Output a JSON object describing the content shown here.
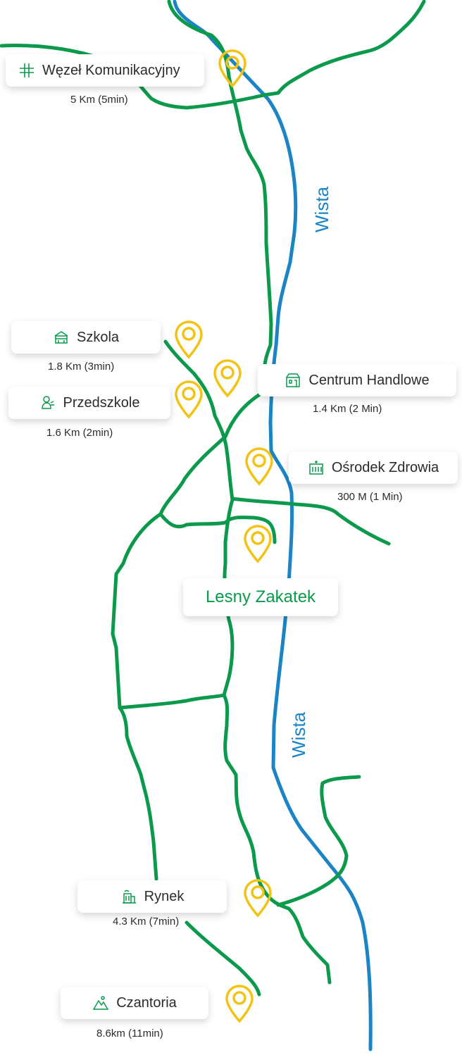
{
  "colors": {
    "road": "#0b9a4c",
    "river": "#1a84c4",
    "pin": "#f2c313",
    "icon": "#0b9a4c"
  },
  "main_location": {
    "label": "Lesny Zakatek"
  },
  "river_labels": [
    "Wista",
    "Wista"
  ],
  "places": [
    {
      "name": "Węzeł Komunikacyjny",
      "distance": "5 Km (5min)",
      "icon": "highway-interchange-icon"
    },
    {
      "name": "Szkola",
      "distance": "1.8 Km (3min)",
      "icon": "school-icon"
    },
    {
      "name": "Przedszkole",
      "distance": "1.6 Km (2min)",
      "icon": "kindergarten-icon"
    },
    {
      "name": "Centrum Handlowe",
      "distance": "1.4 Km (2 Min)",
      "icon": "shopping-center-icon"
    },
    {
      "name": "Ośrodek Zdrowia",
      "distance": "300 M (1 Min)",
      "icon": "health-center-icon"
    },
    {
      "name": "Rynek",
      "distance": "4.3 Km (7min)",
      "icon": "market-square-icon"
    },
    {
      "name": "Czantoria",
      "distance": "8.6km (11min)",
      "icon": "mountain-icon"
    }
  ]
}
